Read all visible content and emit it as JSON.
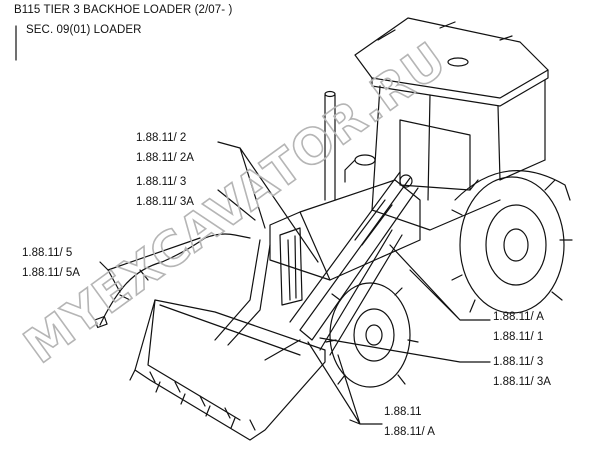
{
  "header": {
    "line1": "B115 TIER 3 BACKHOE LOADER (2/07- )",
    "line2": "SEC. 09(01) LOADER"
  },
  "callouts": [
    {
      "id": "c1",
      "lines": [
        "1.88.11/ 2",
        "1.88.11/ 2A"
      ]
    },
    {
      "id": "c2",
      "lines": [
        "1.88.11/ 3",
        "1.88.11/ 3A"
      ]
    },
    {
      "id": "c3",
      "lines": [
        "1.88.11/ 5",
        "1.88.11/ 5A"
      ]
    },
    {
      "id": "c4",
      "lines": [
        "1.88.11/ A",
        "1.88.11/ 1"
      ]
    },
    {
      "id": "c5",
      "lines": [
        "1.88.11/ 3",
        "1.88.11/ 3A"
      ]
    },
    {
      "id": "c6",
      "lines": [
        "1.88.11",
        "1.88.11/ A"
      ]
    }
  ],
  "watermark": "MYEXCAVATOR.RU",
  "colors": {
    "line": "#111111",
    "watermark": "#c8c8c8"
  }
}
